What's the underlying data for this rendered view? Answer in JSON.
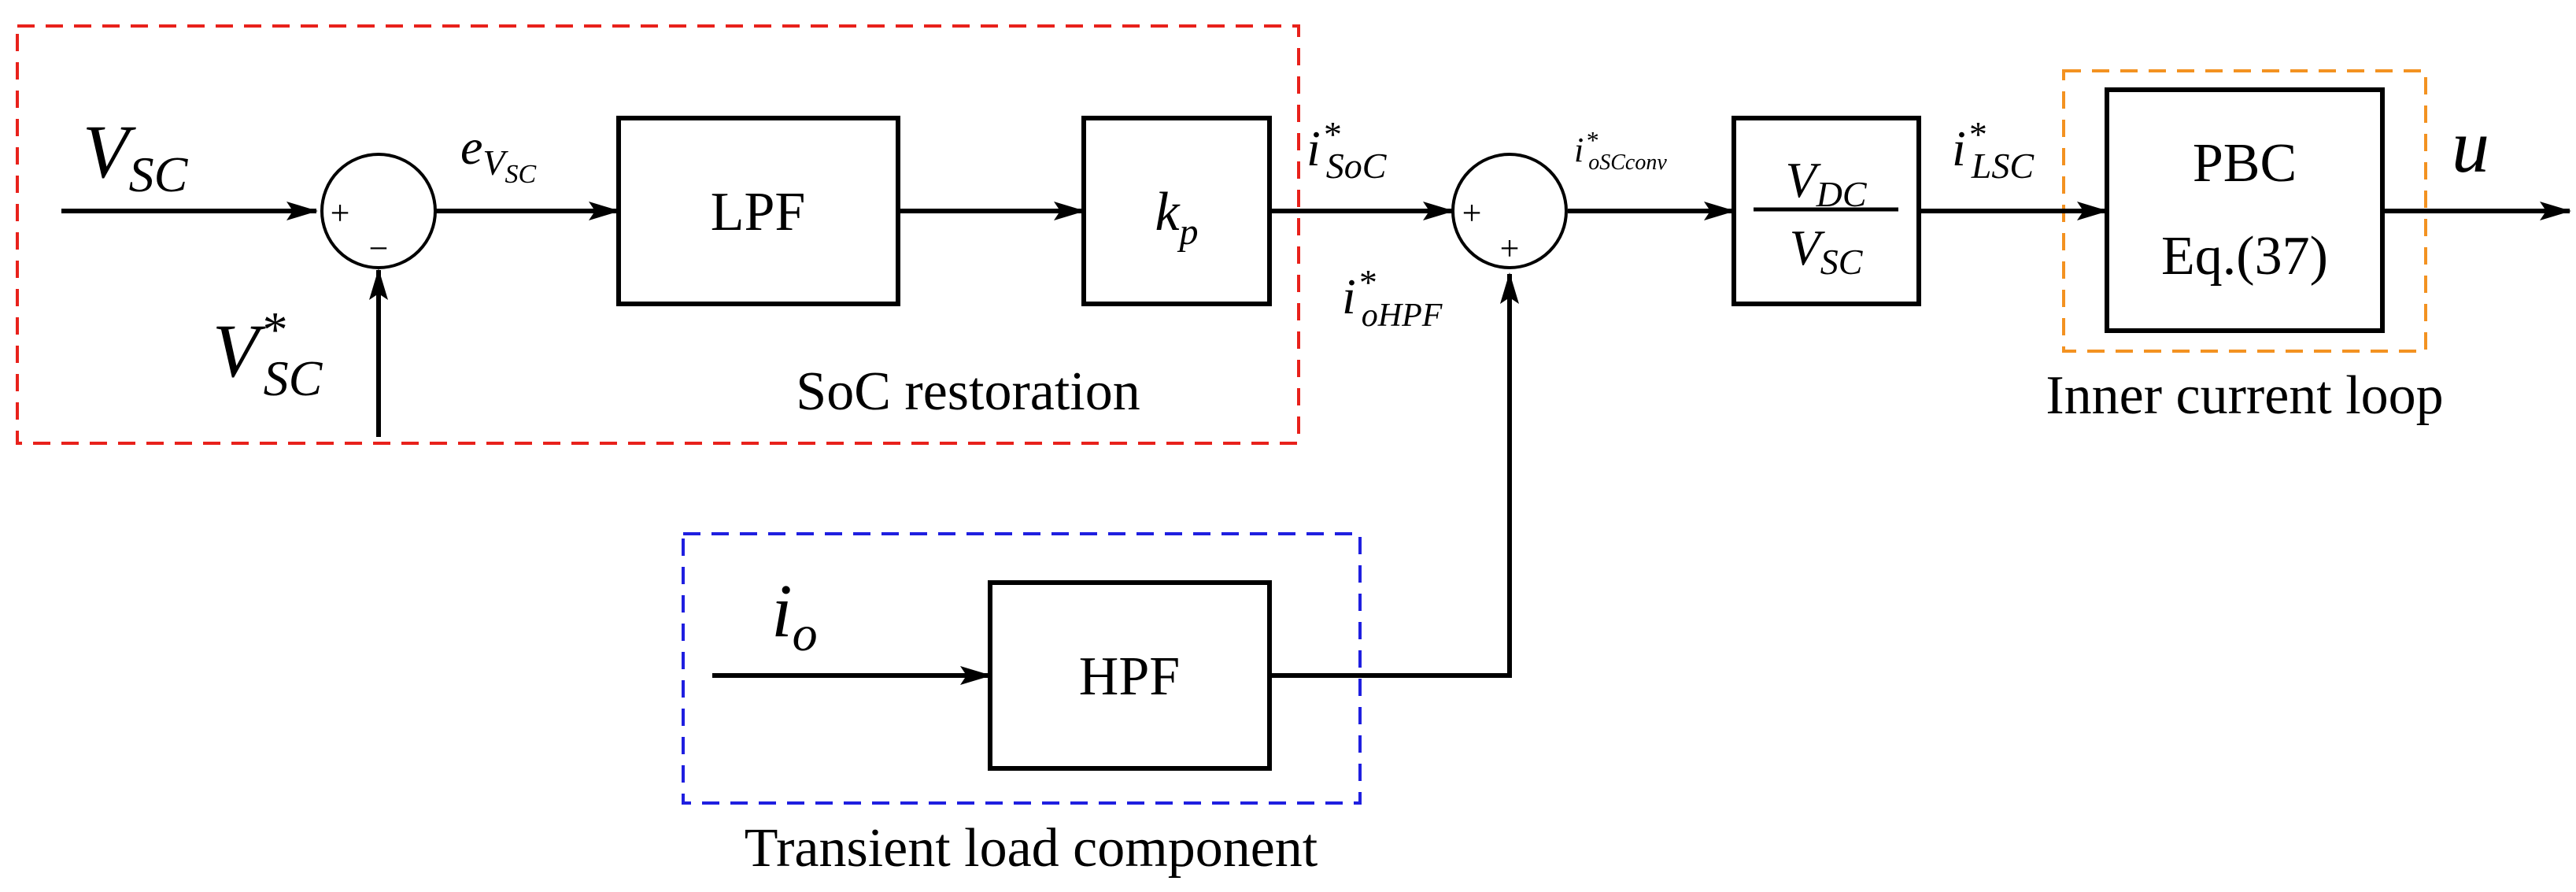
{
  "colors": {
    "soc_region": "#e8211b",
    "transient_region": "#1f1fe0",
    "inner_loop_region": "#f39221",
    "line": "#000000"
  },
  "regions": {
    "soc": "SoC restoration",
    "transient": "Transient load component",
    "inner": "Inner current loop"
  },
  "blocks": {
    "lpf": "LPF",
    "kp": {
      "base": "k",
      "sub": "p"
    },
    "hpf": "HPF",
    "ratio": {
      "num_base": "V",
      "num_sub": "DC",
      "den_base": "V",
      "den_sub": "SC"
    },
    "pbc": {
      "line1": "PBC",
      "line2": "Eq.(37)"
    }
  },
  "signals": {
    "v_sc": {
      "base": "V",
      "sub": "SC"
    },
    "v_sc_ref": {
      "base": "V",
      "sub": "SC",
      "sup": "*"
    },
    "e_vsc": {
      "base": "e",
      "sub": "V",
      "subsub": "SC"
    },
    "i_soc": {
      "base": "i",
      "sub": "SoC",
      "sup": "*"
    },
    "i_ohpf": {
      "base": "i",
      "sub": "oHPF",
      "sup": "*"
    },
    "i_osc_conv": {
      "base": "i",
      "sub": "oSCconv",
      "sup": "*"
    },
    "i_lsc": {
      "base": "i",
      "sub": "LSC",
      "sup": "*"
    },
    "i_o": {
      "base": "i",
      "sub": "o"
    },
    "u": "u"
  },
  "summers": {
    "s1": {
      "left": "+",
      "bottom": "−"
    },
    "s2": {
      "left": "+",
      "bottom": "+"
    }
  }
}
